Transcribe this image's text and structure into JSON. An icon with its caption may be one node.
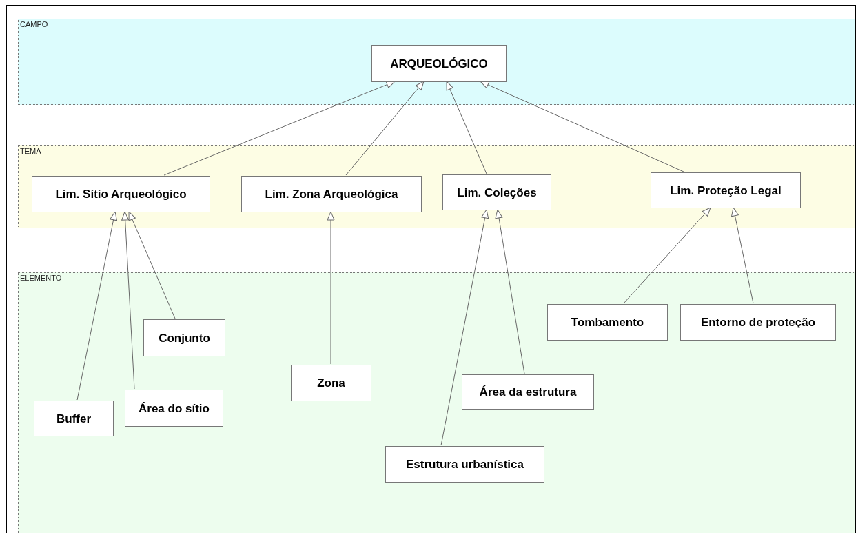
{
  "diagram": {
    "nodes": [
      {
        "text": [
          "CAMPO"
        ]
      },
      {
        "text": [
          "ARQUEOLÓGICO"
        ],
        "in": 0
      },
      {
        "text": [
          "TEMA"
        ]
      },
      {
        "text": [
          "Lim. Sítio Arqueológico"
        ],
        "in": 2
      },
      {
        "text": [
          "Lim. Zona Arqueológica"
        ],
        "in": 2
      },
      {
        "text": [
          "Lim. Coleções"
        ],
        "in": 2
      },
      {
        "text": [
          "Lim. Proteção Legal"
        ],
        "in": 2
      },
      {
        "text": [
          "ELEMENTO"
        ]
      },
      {
        "text": [
          "Conjunto"
        ],
        "in": 7
      },
      {
        "text": [
          "Tombamento"
        ],
        "in": 7
      },
      {
        "text": [
          "Entorno de proteção"
        ],
        "in": 7
      },
      {
        "text": [
          "Zona"
        ],
        "in": 7
      },
      {
        "text": [
          "Área da estrutura"
        ],
        "in": 7
      },
      {
        "text": [
          "Buffer"
        ],
        "in": 7
      },
      {
        "text": [
          "Área do sítio"
        ],
        "in": 7
      },
      {
        "text": [
          "Estrutura urbanística"
        ],
        "in": 7
      }
    ],
    "edges": [
      {
        "from": 3,
        "to": 1,
        "arrow": "to"
      },
      {
        "from": 4,
        "to": 1,
        "arrow": "to"
      },
      {
        "from": 5,
        "to": 1,
        "arrow": "to"
      },
      {
        "from": 6,
        "to": 1,
        "arrow": "to"
      },
      {
        "from": 13,
        "to": 3,
        "arrow": "to"
      },
      {
        "from": 14,
        "to": 3,
        "arrow": "to"
      },
      {
        "from": 8,
        "to": 3,
        "arrow": "to"
      },
      {
        "from": 11,
        "to": 4,
        "arrow": "to"
      },
      {
        "from": 12,
        "to": 5,
        "arrow": "to"
      },
      {
        "from": 15,
        "to": 5,
        "arrow": "to"
      },
      {
        "from": 9,
        "to": 6,
        "arrow": "to"
      },
      {
        "from": 10,
        "to": 6,
        "arrow": "to"
      }
    ]
  }
}
